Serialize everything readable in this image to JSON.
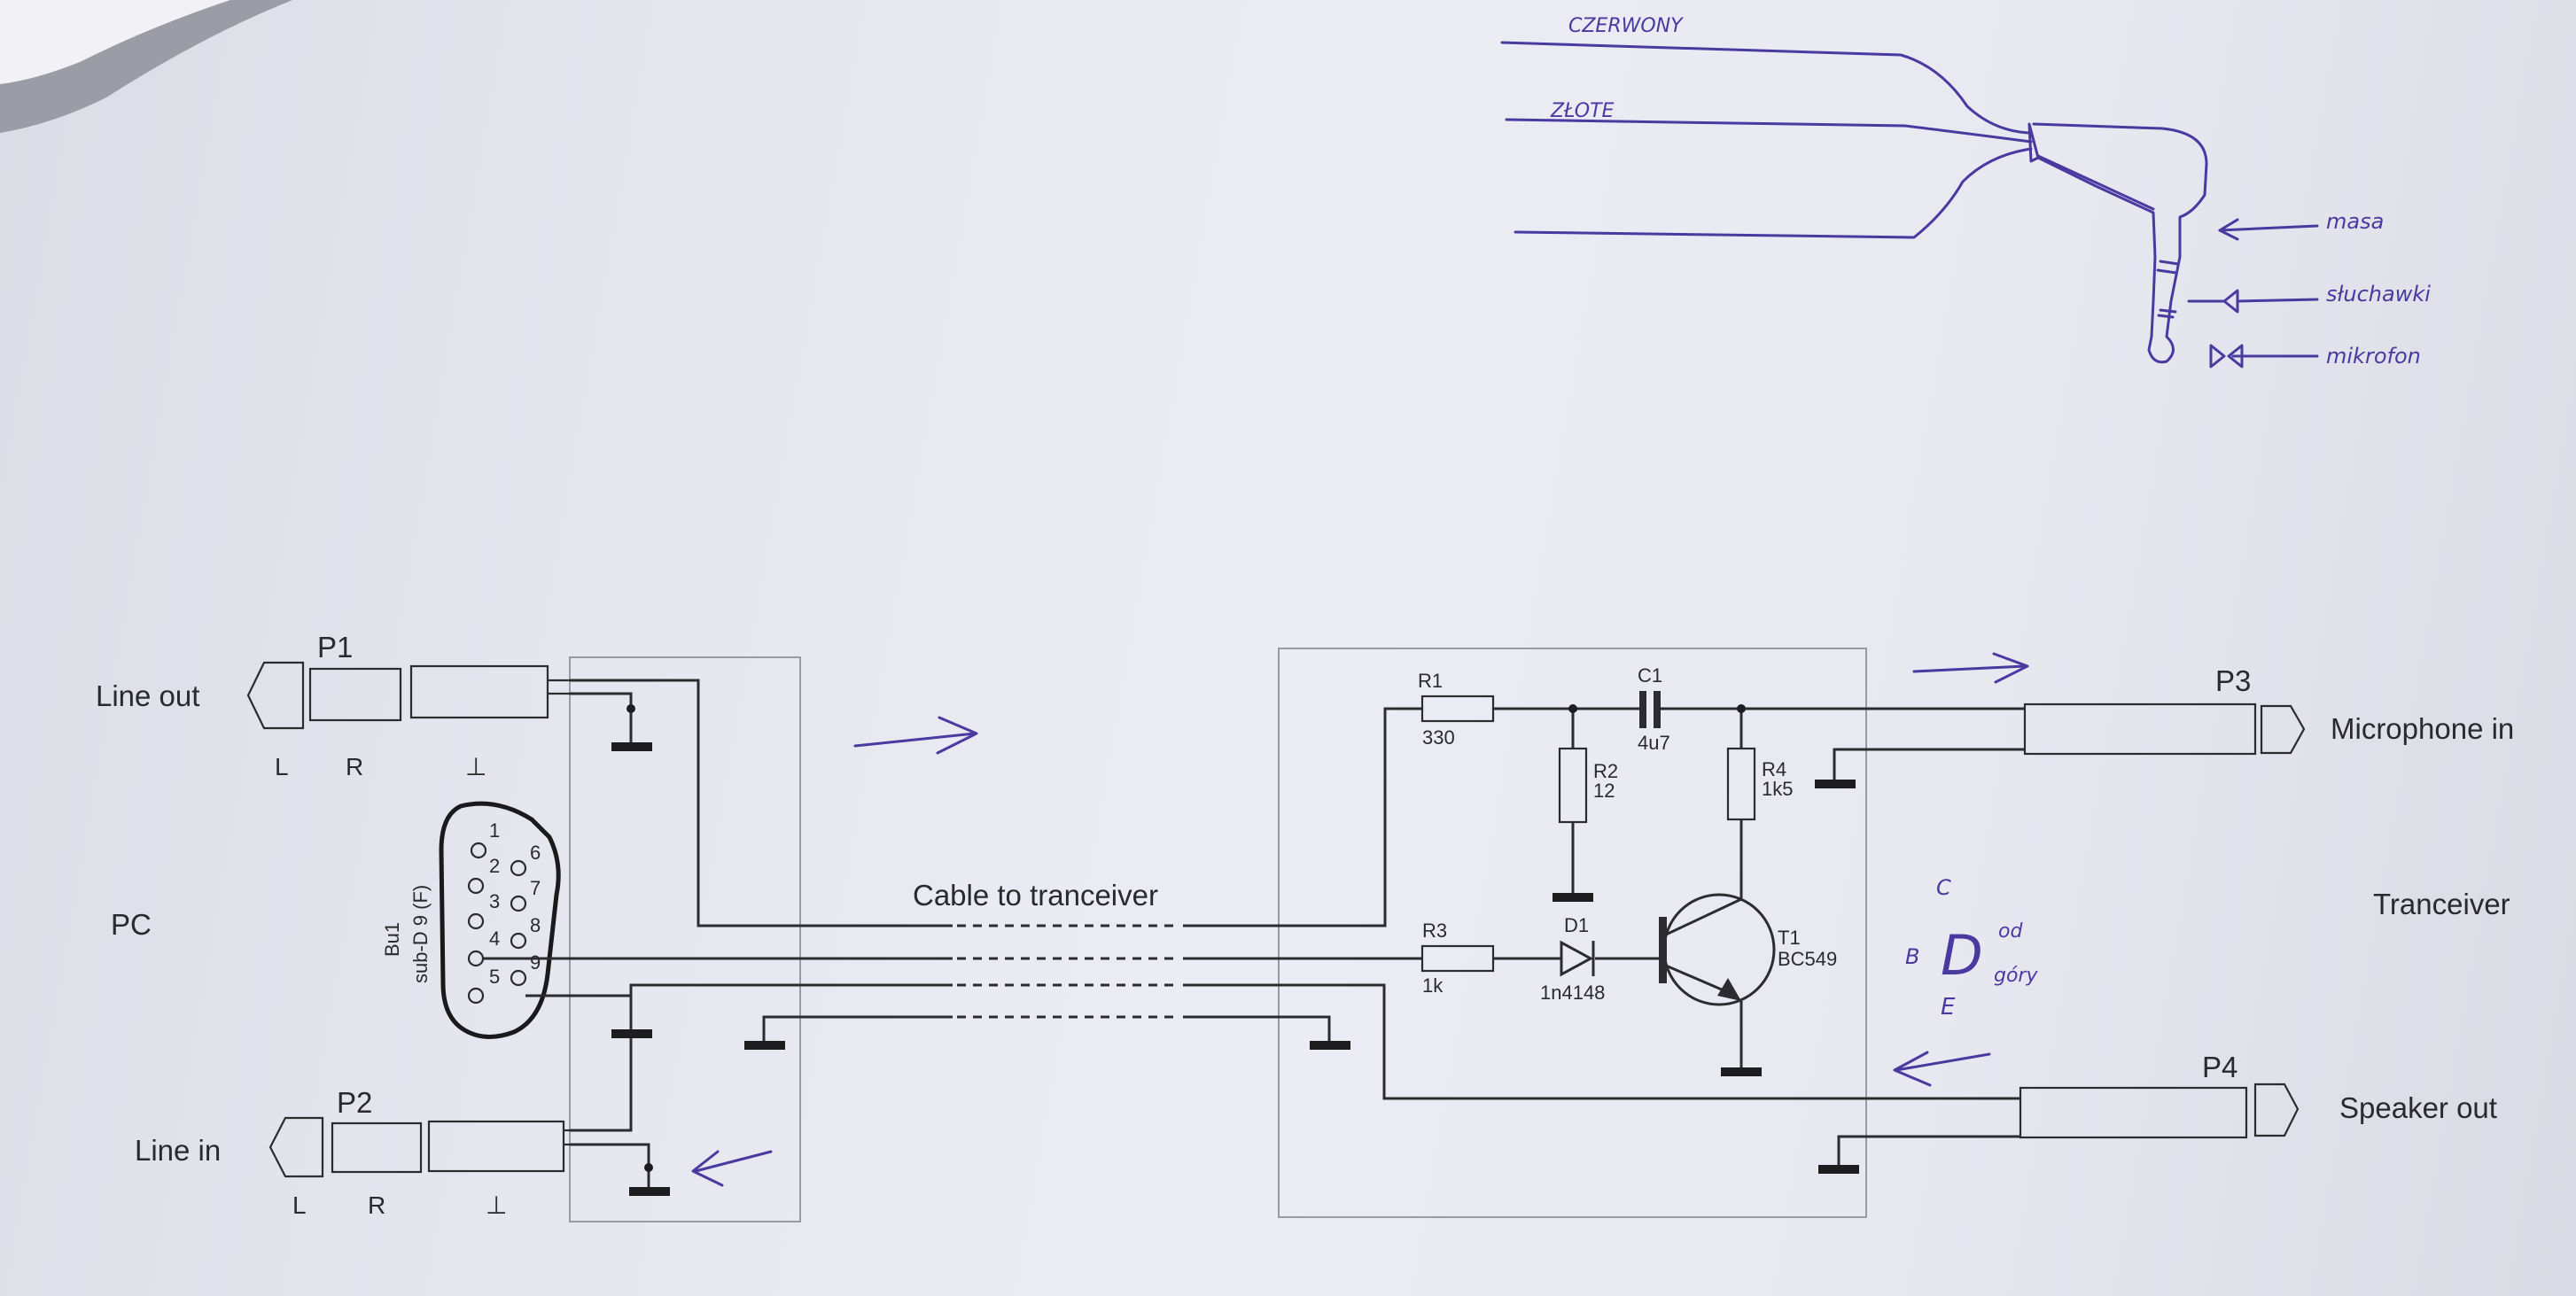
{
  "sections": {
    "pc": "PC",
    "transceiver": "Tranceiver",
    "cable": "Cable to tranceiver"
  },
  "connectors": {
    "p1": {
      "name": "P1",
      "label": "Line out",
      "pins": [
        "L",
        "R",
        "⊥"
      ]
    },
    "p2": {
      "name": "P2",
      "label": "Line in",
      "pins": [
        "L",
        "R",
        "⊥"
      ]
    },
    "p3": {
      "name": "P3",
      "label": "Microphone in"
    },
    "p4": {
      "name": "P4",
      "label": "Speaker out"
    },
    "bu1": {
      "name": "Bu1",
      "type": "sub-D 9 (F)",
      "pins": [
        "1",
        "2",
        "3",
        "4",
        "5",
        "6",
        "7",
        "8",
        "9"
      ]
    }
  },
  "components": {
    "r1": {
      "ref": "R1",
      "value": "330"
    },
    "r2": {
      "ref": "R2",
      "value": "12"
    },
    "r3": {
      "ref": "R3",
      "value": "1k"
    },
    "r4": {
      "ref": "R4",
      "value": "1k5"
    },
    "c1": {
      "ref": "C1",
      "value": "4u7"
    },
    "d1": {
      "ref": "D1",
      "value": "1n4148"
    },
    "t1": {
      "ref": "T1",
      "value": "BC549"
    }
  },
  "handwriting": {
    "wire_red": "CZERWONY",
    "wire_gold": "ZŁOTE",
    "ground": "masa",
    "headphones": "słuchawki",
    "microphone": "mikrofon",
    "pin_b": "B",
    "pin_c": "C",
    "pin_e": "E",
    "big_d": "D",
    "from_top": "od",
    "from_top2": "góry"
  },
  "colors": {
    "ink": "#2c2c30",
    "pen": "#4a3aa0",
    "paper": "#e8e8f1"
  }
}
